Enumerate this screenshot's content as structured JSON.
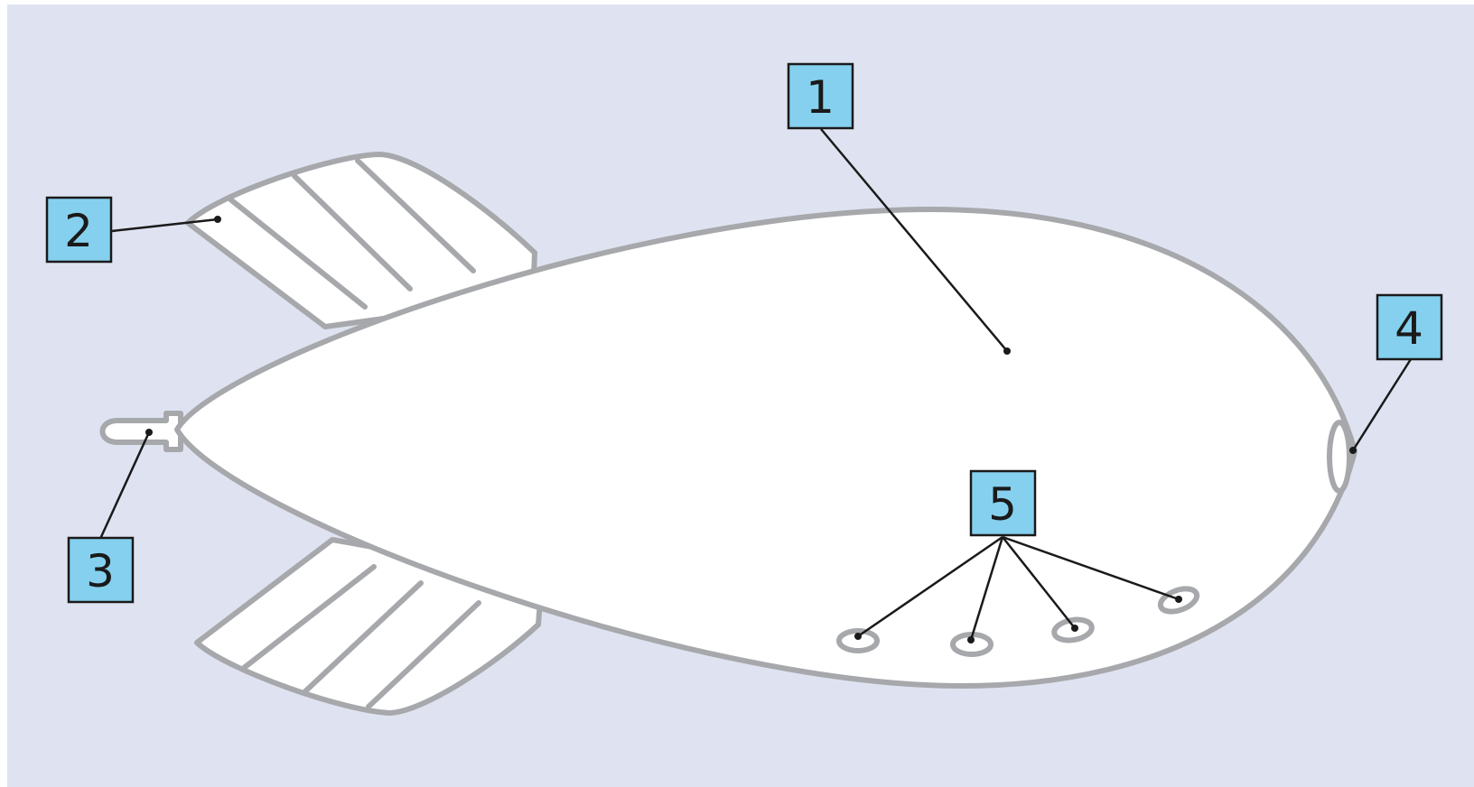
{
  "diagram": {
    "background_color": "#dfe3f1",
    "outline_color": "#a6a8ab",
    "label_box_color": "#85d0ee",
    "leader_color": "#1a1a1a",
    "labels": [
      {
        "id": "1",
        "text": "1",
        "part": "envelope"
      },
      {
        "id": "2",
        "text": "2",
        "part": "upper-fin"
      },
      {
        "id": "3",
        "text": "3",
        "part": "tail-nozzle"
      },
      {
        "id": "4",
        "text": "4",
        "part": "nose-ring"
      },
      {
        "id": "5",
        "text": "5",
        "part": "underside-rings"
      }
    ]
  }
}
